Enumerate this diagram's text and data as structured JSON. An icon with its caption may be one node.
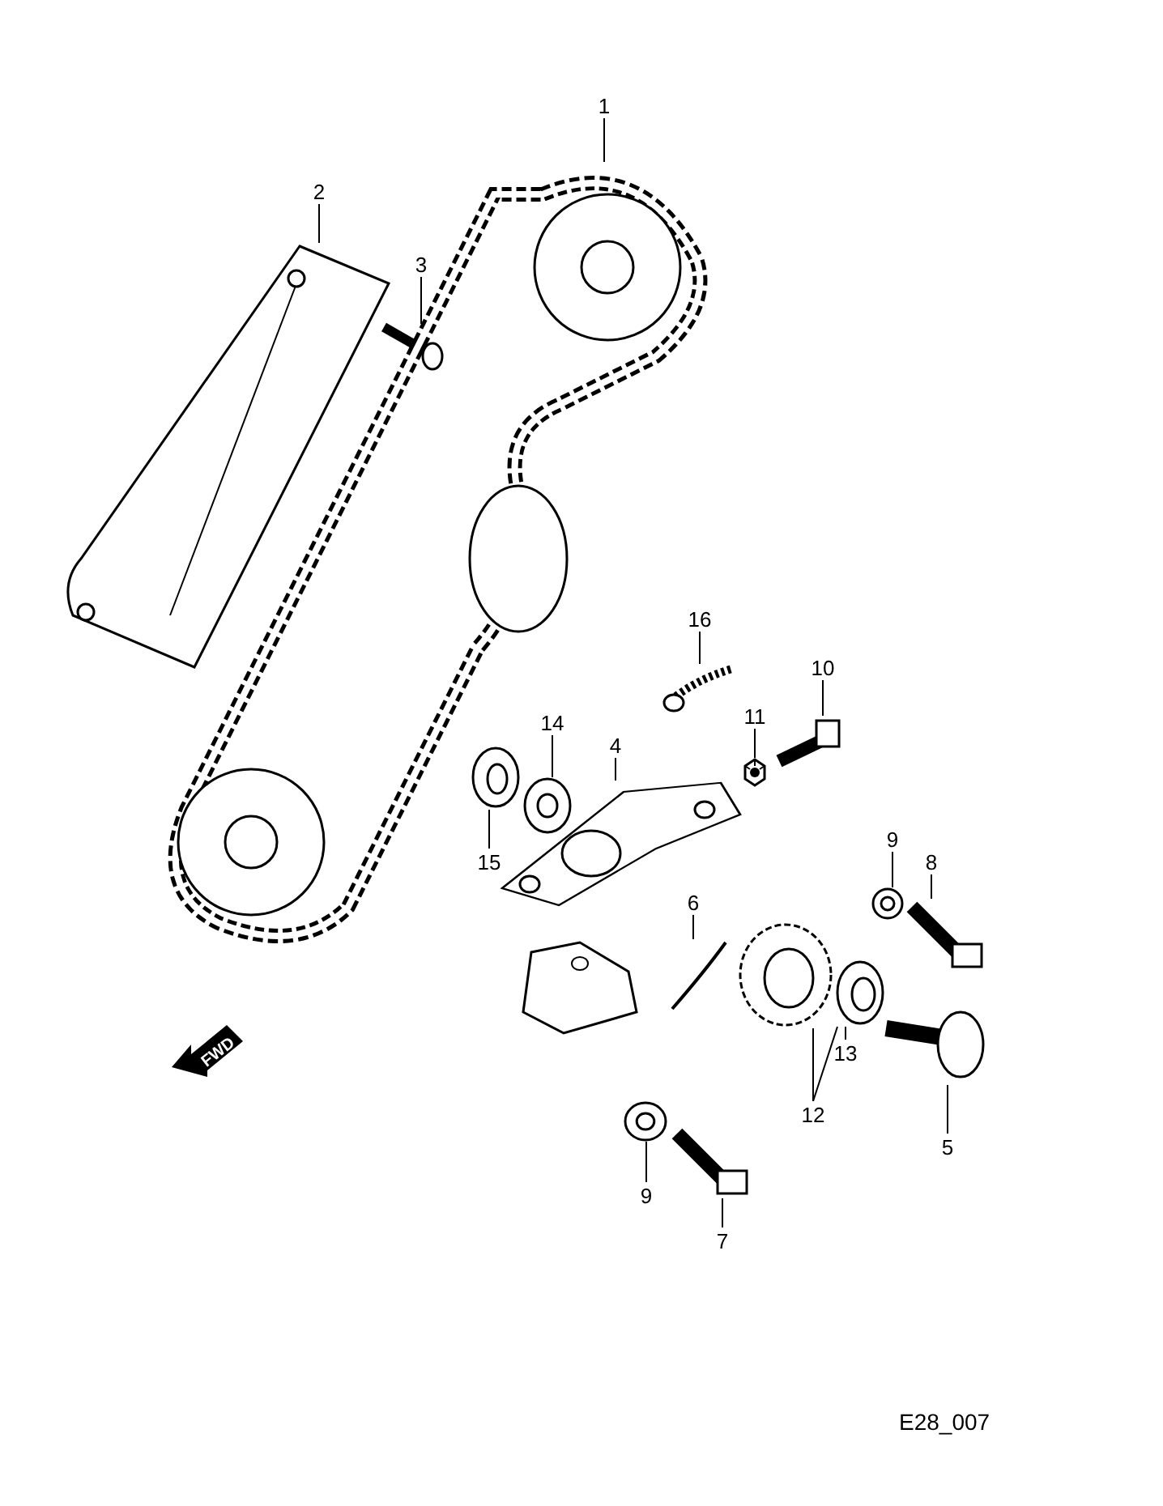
{
  "diagram": {
    "nodes": [
      {
        "text": [
          "1"
        ]
      },
      {
        "text": [
          "2"
        ]
      },
      {
        "text": [
          "3"
        ]
      },
      {
        "text": [
          "4"
        ]
      },
      {
        "text": [
          "5"
        ]
      },
      {
        "text": [
          "6"
        ]
      },
      {
        "text": [
          "7"
        ]
      },
      {
        "text": [
          "8"
        ]
      },
      {
        "text": [
          "9"
        ]
      },
      {
        "text": [
          "9"
        ]
      },
      {
        "text": [
          "10"
        ]
      },
      {
        "text": [
          "11"
        ]
      },
      {
        "text": [
          "12"
        ]
      },
      {
        "text": [
          "13"
        ]
      },
      {
        "text": [
          "14"
        ]
      },
      {
        "text": [
          "15"
        ]
      },
      {
        "text": [
          "16"
        ]
      },
      {
        "text": [],
        "shape": "picture"
      },
      {
        "text": [],
        "shape": "picture"
      },
      {
        "text": [],
        "shape": "picture"
      },
      {
        "text": [],
        "shape": "picture"
      },
      {
        "text": [],
        "shape": "picture"
      },
      {
        "text": [],
        "shape": "picture"
      },
      {
        "text": [],
        "shape": "picture"
      },
      {
        "text": [],
        "shape": "picture"
      },
      {
        "text": [],
        "shape": "picture"
      },
      {
        "text": [],
        "shape": "picture"
      },
      {
        "text": [],
        "shape": "picture"
      },
      {
        "text": [],
        "shape": "picture"
      },
      {
        "text": [],
        "shape": "picture"
      },
      {
        "text": [],
        "shape": "picture"
      },
      {
        "text": [],
        "shape": "picture"
      },
      {
        "text": [],
        "shape": "picture"
      },
      {
        "text": [],
        "shape": "picture"
      }
    ],
    "edges": [
      {
        "from": 0,
        "to": 17,
        "arrow": "none"
      },
      {
        "from": 1,
        "to": 18,
        "arrow": "none"
      },
      {
        "from": 2,
        "to": 19,
        "arrow": "none"
      },
      {
        "from": 3,
        "to": 20,
        "arrow": "none"
      },
      {
        "from": 4,
        "to": 21,
        "arrow": "none"
      },
      {
        "from": 5,
        "to": 22,
        "arrow": "none"
      },
      {
        "from": 6,
        "to": 23,
        "arrow": "none"
      },
      {
        "from": 7,
        "to": 24,
        "arrow": "none"
      },
      {
        "from": 8,
        "to": 25,
        "arrow": "none"
      },
      {
        "from": 9,
        "to": 26,
        "arrow": "none"
      },
      {
        "from": 10,
        "to": 27,
        "arrow": "none"
      },
      {
        "from": 11,
        "to": 28,
        "arrow": "none"
      },
      {
        "from": 12,
        "to": 29,
        "arrow": "none"
      },
      {
        "from": 12,
        "to": 30,
        "arrow": "none"
      },
      {
        "from": 13,
        "to": 30,
        "arrow": "none"
      },
      {
        "from": 14,
        "to": 31,
        "arrow": "none"
      },
      {
        "from": 15,
        "to": 32,
        "arrow": "none"
      },
      {
        "from": 16,
        "to": 33,
        "arrow": "none"
      }
    ],
    "labels": [
      "FWD",
      "E28_007"
    ]
  }
}
